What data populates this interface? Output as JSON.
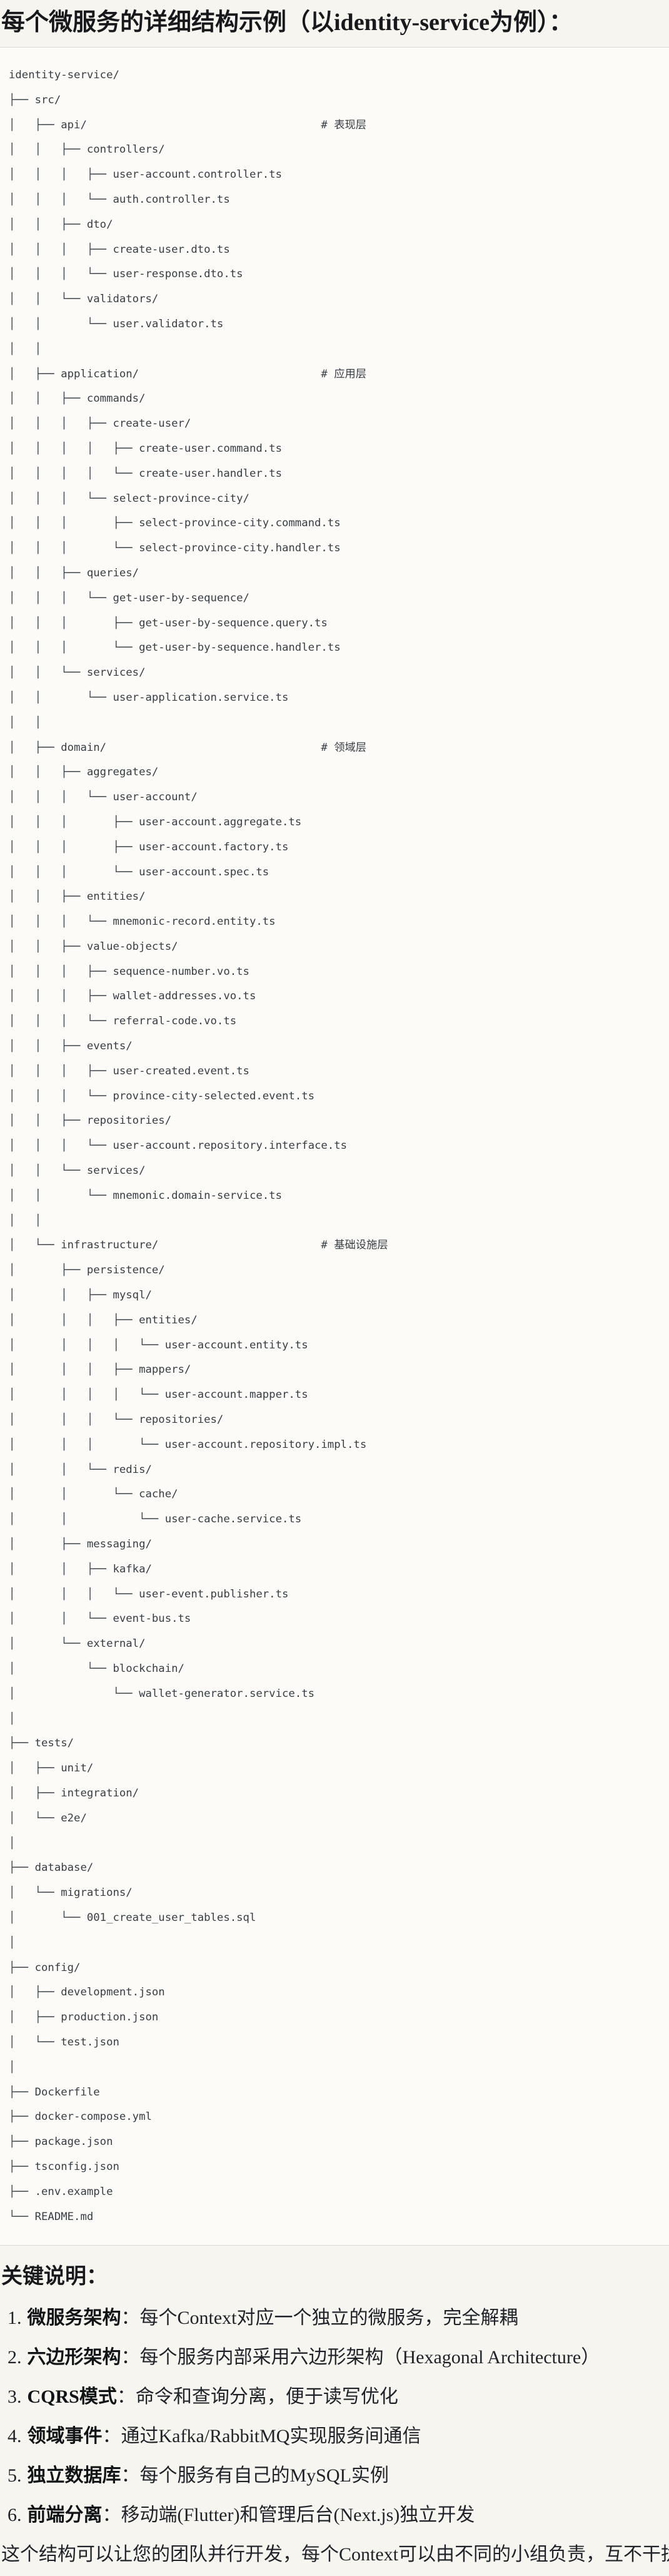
{
  "title": "每个微服务的详细结构示例（以identity-service为例）：",
  "colors": {
    "page_bg": "#f7f5ef",
    "code_bg": "#fcfbf8",
    "code_border": "#dedbd4",
    "heading_text": "#17191c",
    "body_text": "#1f2329",
    "code_text": "#373d44"
  },
  "code_block": {
    "lines": [
      "identity-service/",
      "├── src/",
      "│   ├── api/                                    # 表现层",
      "│   │   ├── controllers/",
      "│   │   │   ├── user-account.controller.ts",
      "│   │   │   └── auth.controller.ts",
      "│   │   ├── dto/",
      "│   │   │   ├── create-user.dto.ts",
      "│   │   │   └── user-response.dto.ts",
      "│   │   └── validators/",
      "│   │       └── user.validator.ts",
      "│   │",
      "│   ├── application/                            # 应用层",
      "│   │   ├── commands/",
      "│   │   │   ├── create-user/",
      "│   │   │   │   ├── create-user.command.ts",
      "│   │   │   │   └── create-user.handler.ts",
      "│   │   │   └── select-province-city/",
      "│   │   │       ├── select-province-city.command.ts",
      "│   │   │       └── select-province-city.handler.ts",
      "│   │   ├── queries/",
      "│   │   │   └── get-user-by-sequence/",
      "│   │   │       ├── get-user-by-sequence.query.ts",
      "│   │   │       └── get-user-by-sequence.handler.ts",
      "│   │   └── services/",
      "│   │       └── user-application.service.ts",
      "│   │",
      "│   ├── domain/                                 # 领域层",
      "│   │   ├── aggregates/",
      "│   │   │   └── user-account/",
      "│   │   │       ├── user-account.aggregate.ts",
      "│   │   │       ├── user-account.factory.ts",
      "│   │   │       └── user-account.spec.ts",
      "│   │   ├── entities/",
      "│   │   │   └── mnemonic-record.entity.ts",
      "│   │   ├── value-objects/",
      "│   │   │   ├── sequence-number.vo.ts",
      "│   │   │   ├── wallet-addresses.vo.ts",
      "│   │   │   └── referral-code.vo.ts",
      "│   │   ├── events/",
      "│   │   │   ├── user-created.event.ts",
      "│   │   │   └── province-city-selected.event.ts",
      "│   │   ├── repositories/",
      "│   │   │   └── user-account.repository.interface.ts",
      "│   │   └── services/",
      "│   │       └── mnemonic.domain-service.ts",
      "│   │",
      "│   └── infrastructure/                         # 基础设施层",
      "│       ├── persistence/",
      "│       │   ├── mysql/",
      "│       │   │   ├── entities/",
      "│       │   │   │   └── user-account.entity.ts",
      "│       │   │   ├── mappers/",
      "│       │   │   │   └── user-account.mapper.ts",
      "│       │   │   └── repositories/",
      "│       │   │       └── user-account.repository.impl.ts",
      "│       │   └── redis/",
      "│       │       └── cache/",
      "│       │           └── user-cache.service.ts",
      "│       ├── messaging/",
      "│       │   ├── kafka/",
      "│       │   │   └── user-event.publisher.ts",
      "│       │   └── event-bus.ts",
      "│       └── external/",
      "│           └── blockchain/",
      "│               └── wallet-generator.service.ts",
      "│",
      "├── tests/",
      "│   ├── unit/",
      "│   ├── integration/",
      "│   └── e2e/",
      "│",
      "├── database/",
      "│   └── migrations/",
      "│       └── 001_create_user_tables.sql",
      "│",
      "├── config/",
      "│   ├── development.json",
      "│   ├── production.json",
      "│   └── test.json",
      "│",
      "├── Dockerfile",
      "├── docker-compose.yml",
      "├── package.json",
      "├── tsconfig.json",
      "├── .env.example",
      "└── README.md"
    ]
  },
  "notes": {
    "heading": "关键说明：",
    "items": [
      {
        "num": "1.",
        "label": "微服务架构",
        "colon": "：",
        "text": "每个Context对应一个独立的微服务，完全解耦"
      },
      {
        "num": "2.",
        "label": "六边形架构",
        "colon": "：",
        "text": "每个服务内部采用六边形架构（Hexagonal Architecture）"
      },
      {
        "num": "3.",
        "label": "CQRS模式",
        "colon": "：",
        "text": "命令和查询分离，便于读写优化"
      },
      {
        "num": "4.",
        "label": "领域事件",
        "colon": "：",
        "text": "通过Kafka/RabbitMQ实现服务间通信"
      },
      {
        "num": "5.",
        "label": "独立数据库",
        "colon": "：",
        "text": "每个服务有自己的MySQL实例"
      },
      {
        "num": "6.",
        "label": "前端分离",
        "colon": "：",
        "text": "移动端(Flutter)和管理后台(Next.js)独立开发"
      }
    ],
    "footer": "这个结构可以让您的团队并行开发，每个Context可以由不同的小组负责，互不干扰。"
  }
}
